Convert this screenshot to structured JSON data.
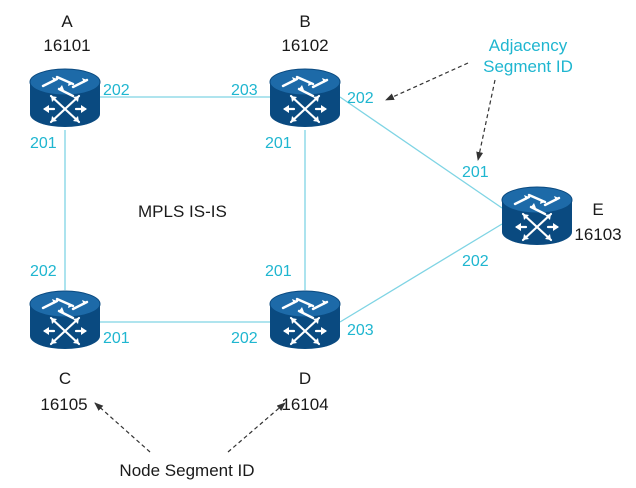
{
  "colors": {
    "accent": "#1fb6d0",
    "link": "#7fd4e4",
    "router_body": "#0a4a80",
    "router_top": "#1d6aa8",
    "text": "#1a1a1a"
  },
  "diagram": {
    "area_label": "MPLS IS-IS",
    "nodes": {
      "A": {
        "name": "A",
        "sid": "16101"
      },
      "B": {
        "name": "B",
        "sid": "16102"
      },
      "C": {
        "name": "C",
        "sid": "16105"
      },
      "D": {
        "name": "D",
        "sid": "16104"
      },
      "E": {
        "name": "E",
        "sid": "16103"
      }
    },
    "ports": {
      "a_right": "202",
      "a_bottom": "201",
      "b_left": "203",
      "b_right": "202",
      "b_bottom": "201",
      "c_top": "202",
      "c_right": "201",
      "d_top": "201",
      "d_left": "202",
      "d_right": "203",
      "e_upper": "201",
      "e_lower": "202"
    },
    "callouts": {
      "adjacency_line1": "Adjacency",
      "adjacency_line2": "Segment ID",
      "node_segment": "Node Segment ID"
    },
    "icon": "router-icon"
  }
}
